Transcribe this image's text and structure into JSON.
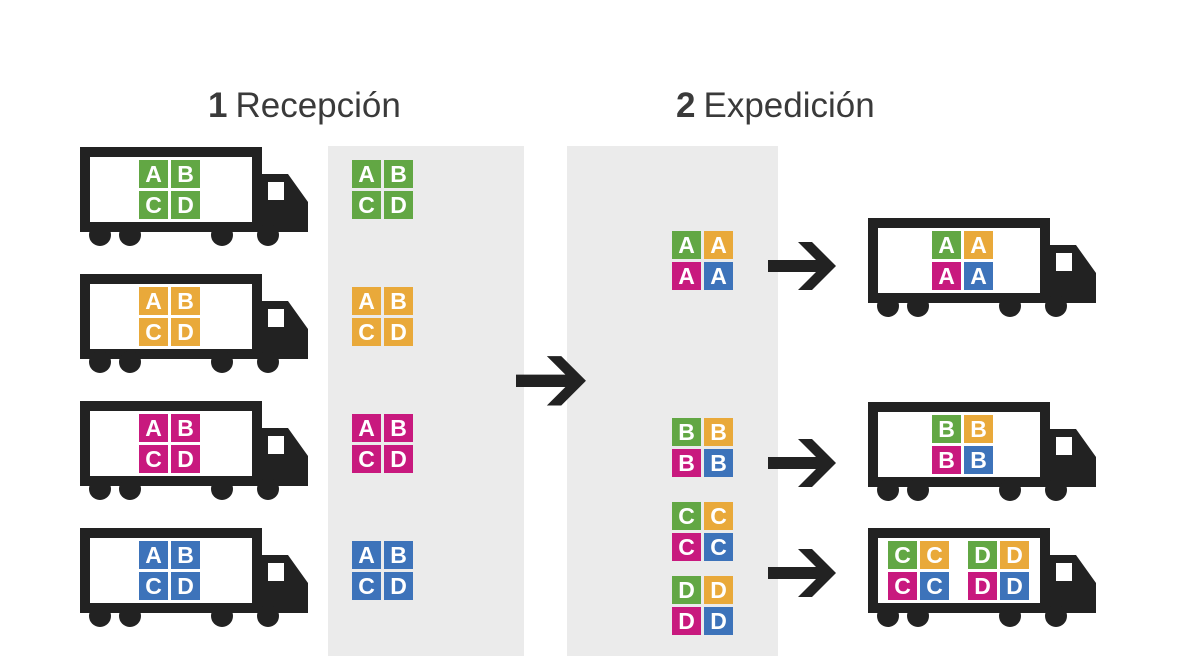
{
  "colors": {
    "green": "#62a744",
    "orange": "#e9a93a",
    "magenta": "#c8197e",
    "blue": "#3d73ba",
    "truck": "#222222",
    "panel": "#ebebeb"
  },
  "titles": {
    "reception": {
      "number": "1",
      "label": "Recepción"
    },
    "dispatch": {
      "number": "2",
      "label": "Expedición"
    }
  },
  "inbound_trucks": [
    {
      "cells": [
        {
          "letter": "A",
          "color": "green"
        },
        {
          "letter": "B",
          "color": "green"
        },
        {
          "letter": "C",
          "color": "green"
        },
        {
          "letter": "D",
          "color": "green"
        }
      ]
    },
    {
      "cells": [
        {
          "letter": "A",
          "color": "orange"
        },
        {
          "letter": "B",
          "color": "orange"
        },
        {
          "letter": "C",
          "color": "orange"
        },
        {
          "letter": "D",
          "color": "orange"
        }
      ]
    },
    {
      "cells": [
        {
          "letter": "A",
          "color": "magenta"
        },
        {
          "letter": "B",
          "color": "magenta"
        },
        {
          "letter": "C",
          "color": "magenta"
        },
        {
          "letter": "D",
          "color": "magenta"
        }
      ]
    },
    {
      "cells": [
        {
          "letter": "A",
          "color": "blue"
        },
        {
          "letter": "B",
          "color": "blue"
        },
        {
          "letter": "C",
          "color": "blue"
        },
        {
          "letter": "D",
          "color": "blue"
        }
      ]
    }
  ],
  "reception_stacks": [
    {
      "cells": [
        {
          "letter": "A",
          "color": "green"
        },
        {
          "letter": "B",
          "color": "green"
        },
        {
          "letter": "C",
          "color": "green"
        },
        {
          "letter": "D",
          "color": "green"
        }
      ]
    },
    {
      "cells": [
        {
          "letter": "A",
          "color": "orange"
        },
        {
          "letter": "B",
          "color": "orange"
        },
        {
          "letter": "C",
          "color": "orange"
        },
        {
          "letter": "D",
          "color": "orange"
        }
      ]
    },
    {
      "cells": [
        {
          "letter": "A",
          "color": "magenta"
        },
        {
          "letter": "B",
          "color": "magenta"
        },
        {
          "letter": "C",
          "color": "magenta"
        },
        {
          "letter": "D",
          "color": "magenta"
        }
      ]
    },
    {
      "cells": [
        {
          "letter": "A",
          "color": "blue"
        },
        {
          "letter": "B",
          "color": "blue"
        },
        {
          "letter": "C",
          "color": "blue"
        },
        {
          "letter": "D",
          "color": "blue"
        }
      ]
    }
  ],
  "dispatch_stacks": [
    {
      "cells": [
        {
          "letter": "A",
          "color": "green"
        },
        {
          "letter": "A",
          "color": "orange"
        },
        {
          "letter": "A",
          "color": "magenta"
        },
        {
          "letter": "A",
          "color": "blue"
        }
      ]
    },
    {
      "cells": [
        {
          "letter": "B",
          "color": "green"
        },
        {
          "letter": "B",
          "color": "orange"
        },
        {
          "letter": "B",
          "color": "magenta"
        },
        {
          "letter": "B",
          "color": "blue"
        }
      ]
    },
    {
      "cells": [
        {
          "letter": "C",
          "color": "green"
        },
        {
          "letter": "C",
          "color": "orange"
        },
        {
          "letter": "C",
          "color": "magenta"
        },
        {
          "letter": "C",
          "color": "blue"
        }
      ]
    },
    {
      "cells": [
        {
          "letter": "D",
          "color": "green"
        },
        {
          "letter": "D",
          "color": "orange"
        },
        {
          "letter": "D",
          "color": "magenta"
        },
        {
          "letter": "D",
          "color": "blue"
        }
      ]
    }
  ],
  "outbound_trucks": [
    {
      "clusters": [
        {
          "cells": [
            {
              "letter": "A",
              "color": "green"
            },
            {
              "letter": "A",
              "color": "orange"
            },
            {
              "letter": "A",
              "color": "magenta"
            },
            {
              "letter": "A",
              "color": "blue"
            }
          ]
        }
      ]
    },
    {
      "clusters": [
        {
          "cells": [
            {
              "letter": "B",
              "color": "green"
            },
            {
              "letter": "B",
              "color": "orange"
            },
            {
              "letter": "B",
              "color": "magenta"
            },
            {
              "letter": "B",
              "color": "blue"
            }
          ]
        }
      ]
    },
    {
      "clusters": [
        {
          "cells": [
            {
              "letter": "C",
              "color": "green"
            },
            {
              "letter": "C",
              "color": "orange"
            },
            {
              "letter": "C",
              "color": "magenta"
            },
            {
              "letter": "C",
              "color": "blue"
            }
          ]
        },
        {
          "cells": [
            {
              "letter": "D",
              "color": "green"
            },
            {
              "letter": "D",
              "color": "orange"
            },
            {
              "letter": "D",
              "color": "magenta"
            },
            {
              "letter": "D",
              "color": "blue"
            }
          ]
        }
      ]
    }
  ]
}
